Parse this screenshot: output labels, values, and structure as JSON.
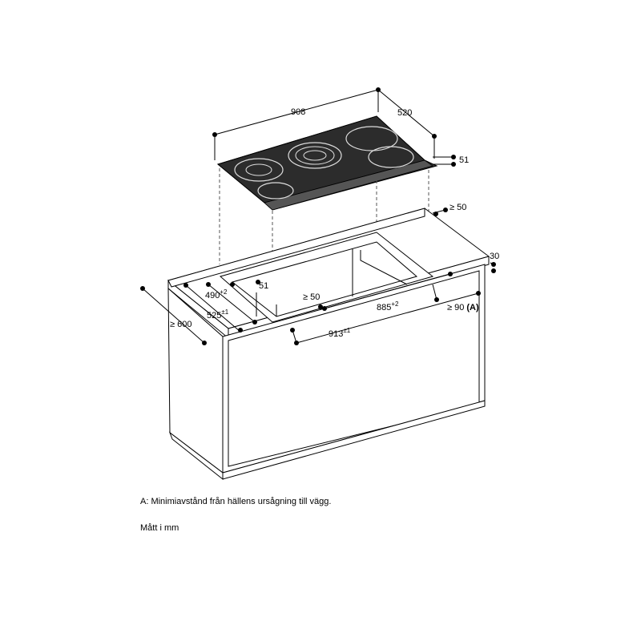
{
  "dimensions": {
    "width": "908",
    "depth": "520",
    "thickness": "51",
    "wall_clearance": "≥ 50",
    "worktop_thickness": "30",
    "cutout_depth_a": "490",
    "cutout_depth_a_tol": "+2",
    "cutout_depth_b": "525",
    "cutout_depth_b_tol": "±1",
    "cabinet_depth": "≥ 600",
    "inner_depth": "51",
    "front_clearance": "≥ 50",
    "cutout_width_a": "885",
    "cutout_width_a_tol": "+2",
    "cutout_width_b": "913",
    "cutout_width_b_tol": "±1",
    "side_clearance": "≥ 90",
    "side_clearance_ref": "(A)"
  },
  "notes": {
    "a": "A: Minimiavstånd från hällens ursågning till vägg.",
    "units": "Mått i mm"
  }
}
